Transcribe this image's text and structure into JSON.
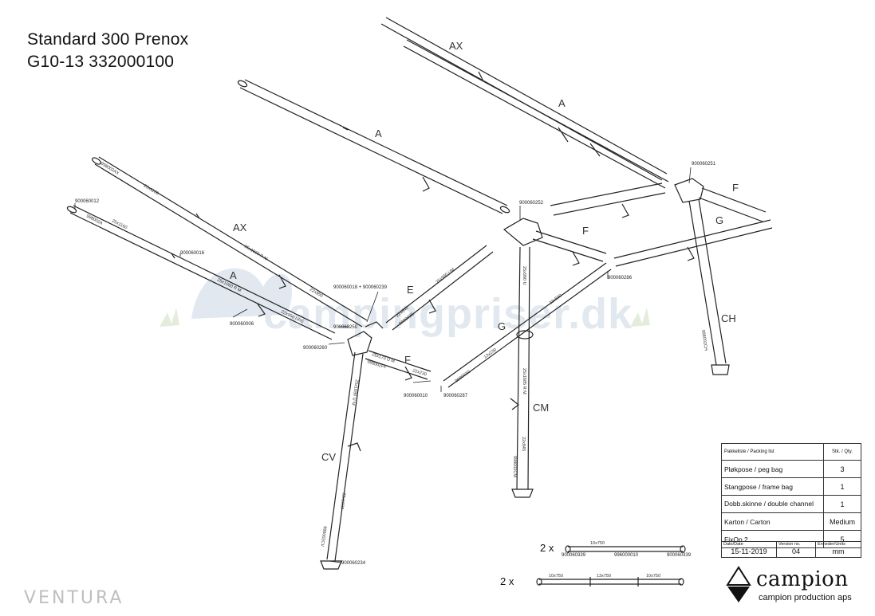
{
  "header": {
    "title_line1": "Standard 300 Prenox",
    "title_line2": "G10-13 332000100"
  },
  "brand": {
    "watermark": "campingpriser.dk",
    "ventura": "VENTURA",
    "campion_word": "campion",
    "campion_sub": "campion production aps"
  },
  "diagram": {
    "labels": {
      "ax_top": "AX",
      "a_top": "A",
      "a_mid": "A",
      "ax_left": "AX",
      "a_left": "A",
      "e": "E",
      "f_mid": "F",
      "f_right": "F",
      "f_left": "F",
      "g_right": "G",
      "g_center": "G",
      "ch": "CH",
      "cm": "CM",
      "cv": "CV"
    },
    "part_numbers": {
      "p251": "900060251",
      "p252": "900060252",
      "p286": "900060286",
      "p012": "900060012",
      "p016": "900060016",
      "p018": "900060018 + 900060239",
      "p006": "900060006",
      "p250": "900060250",
      "p260": "900060260",
      "p010": "900060010",
      "p287": "900060287",
      "p234": "900060234",
      "p339a": "900060339",
      "p010b": "996000010",
      "p339b": "900060339"
    },
    "tube_texts": {
      "t_25x1160_a": "25x1160",
      "t_25x1160_b": "25x1160",
      "t_998002ax_a": "998002AX",
      "t_998002a_b": "998002A",
      "t_25x1060rm_a": "25x1060 R M",
      "t_25x1060rm_b": "25x1060 R M",
      "t_22x950_a": "22x950",
      "t_22x950ure": "22x950 URE",
      "t_25x990um": "25x990 UM",
      "t_22x840": "22x840",
      "t_998002e": "998002E",
      "t_25x170um": "25x170 U M",
      "t_998002ff": "998002FF",
      "t_22x230": "22x230",
      "t_22x930": "22x930",
      "t_13x230": "13x230",
      "t_998002g": "998002G",
      "t_25x990u": "25x990 U",
      "t_25x1685": "25x1685 R M",
      "t_22x845": "22x845",
      "t_998002cm": "998002CM",
      "t_998002ch": "998002CH",
      "t_25x1690um": "25x1690 U M",
      "t_25x1690": "22x1690",
      "t_998002cv": "998002CV"
    },
    "extras": {
      "mult1": "2 x",
      "mult2": "2 x",
      "rod1_len": "10x750",
      "rod2_len_a": "10x750",
      "rod2_len_b": "13x750",
      "rod2_len_c": "10x750"
    }
  },
  "packing_list": {
    "header_left": "Pakkeliste / Packing list",
    "header_right": "Stk. / Qty.",
    "rows": [
      {
        "item": "Pløkpose / peg bag",
        "qty": "3"
      },
      {
        "item": "Stangpose / frame bag",
        "qty": "1"
      },
      {
        "item": "Dobb.skinne / double channel",
        "qty": "1"
      },
      {
        "item": "Karton / Carton",
        "qty": "Medium"
      },
      {
        "item": "FixOn 2",
        "qty": "5"
      }
    ],
    "footer": {
      "date_label": "Dato/Date",
      "date_value": "15-11-2019",
      "version_label": "Version no.",
      "version_value": "04",
      "unit_label": "Enheder/Units",
      "unit_value": "mm"
    }
  },
  "colors": {
    "line": "#222222",
    "watermark_blue": "#c9d6e3",
    "watermark_green": "#d6e6c8",
    "ventura_gray": "#bfbfbf"
  }
}
